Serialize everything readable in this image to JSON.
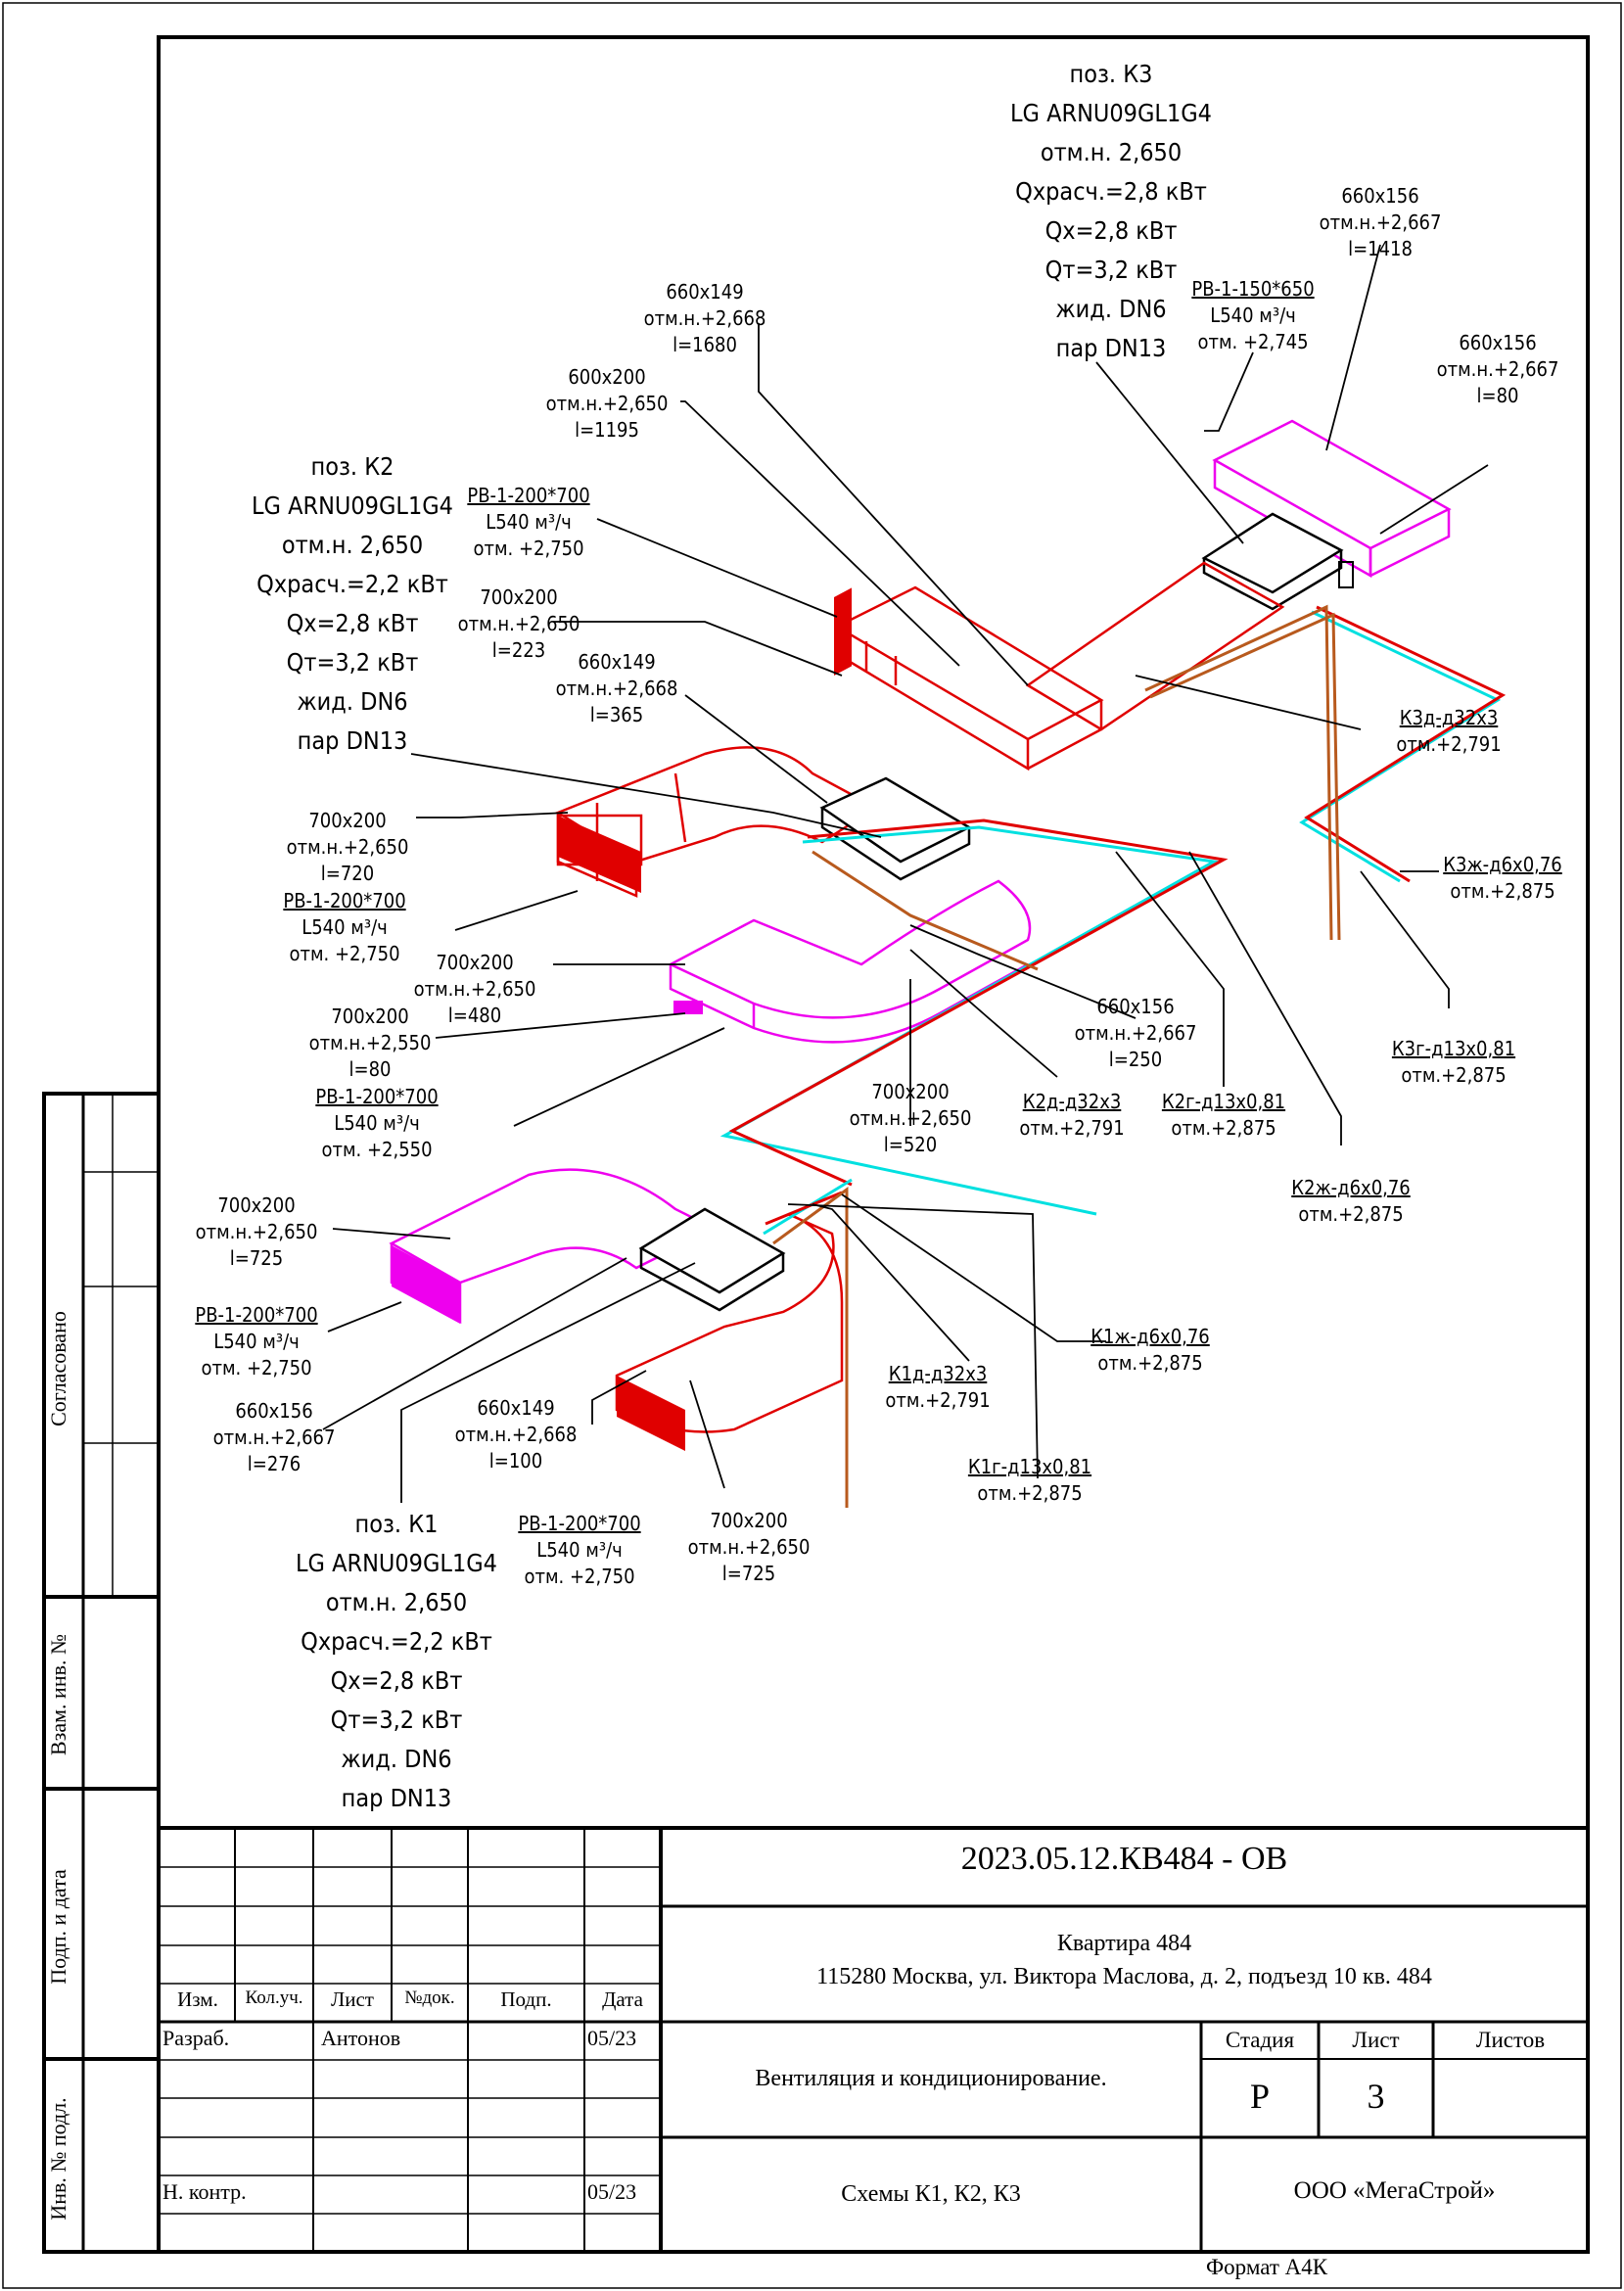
{
  "units": {
    "k3": [
      "поз. К3",
      "LG ARNU09GL1G4",
      "отм.н. 2,650",
      "Qхрасч.=2,8 кВт",
      "Qх=2,8 кВт",
      "Qт=3,2 кВт",
      "жид. DN6",
      "пар DN13"
    ],
    "k2": [
      "поз. К2",
      "LG ARNU09GL1G4",
      "отм.н. 2,650",
      "Qхрасч.=2,2 кВт",
      "Qх=2,8 кВт",
      "Qт=3,2 кВт",
      "жид. DN6",
      "пар DN13"
    ],
    "k1": [
      "поз. К1",
      "LG ARNU09GL1G4",
      "отм.н. 2,650",
      "Qхрасч.=2,2 кВт",
      "Qх=2,8 кВт",
      "Qт=3,2 кВт",
      "жид. DN6",
      "пар DN13"
    ]
  },
  "ducts": {
    "d1": [
      "660x156",
      "отм.н.+2,667",
      "l=1418"
    ],
    "d2": [
      "660x156",
      "отм.н.+2,667",
      "l=80"
    ],
    "d3": [
      "660x149",
      "отм.н.+2,668",
      "l=1680"
    ],
    "d4": [
      "600x200",
      "отм.н.+2,650",
      "l=1195"
    ],
    "d5": [
      "700x200",
      "отм.н.+2,650",
      "l=223"
    ],
    "d6": [
      "660x149",
      "отм.н.+2,668",
      "l=365"
    ],
    "d7": [
      "700x200",
      "отм.н.+2,650",
      "l=720"
    ],
    "d8": [
      "700x200",
      "отм.н.+2,650",
      "l=480"
    ],
    "d9": [
      "700x200",
      "отм.н.+2,550",
      "l=80"
    ],
    "d10": [
      "660x156",
      "отм.н.+2,667",
      "l=250"
    ],
    "d11": [
      "700x200",
      "отм.н.+2,650",
      "l=520"
    ],
    "d12": [
      "700x200",
      "отм.н.+2,650",
      "l=725"
    ],
    "d13": [
      "660x156",
      "отм.н.+2,667",
      "l=276"
    ],
    "d14": [
      "660x149",
      "отм.н.+2,668",
      "l=100"
    ],
    "d15": [
      "700x200",
      "отм.н.+2,650",
      "l=725"
    ]
  },
  "grilles": {
    "g1": [
      "РВ-1-150*650",
      "L540 м³/ч",
      "отм. +2,745"
    ],
    "g2": [
      "РВ-1-200*700",
      "L540 м³/ч",
      "отм. +2,750"
    ],
    "g3": [
      "РВ-1-200*700",
      "L540 м³/ч",
      "отм. +2,750"
    ],
    "g4": [
      "РВ-1-200*700",
      "L540 м³/ч",
      "отм. +2,550"
    ],
    "g5": [
      "РВ-1-200*700",
      "L540 м³/ч",
      "отм. +2,750"
    ],
    "g6": [
      "РВ-1-200*700",
      "L540 м³/ч",
      "отм. +2,750"
    ]
  },
  "pipes": {
    "p1": [
      "К3д-д32х3",
      "отм.+2,791"
    ],
    "p2": [
      "К3ж-д6х0,76",
      "отм.+2,875"
    ],
    "p3": [
      "К3г-д13х0,81",
      "отм.+2,875"
    ],
    "p4": [
      "К2д-д32х3",
      "отм.+2,791"
    ],
    "p5": [
      "К2г-д13х0,81",
      "отм.+2,875"
    ],
    "p6": [
      "К2ж-д6х0,76",
      "отм.+2,875"
    ],
    "p7": [
      "К1ж-д6х0,76",
      "отм.+2,875"
    ],
    "p8": [
      "К1д-д32х3",
      "отм.+2,791"
    ],
    "p9": [
      "К1г-д13х0,81",
      "отм.+2,875"
    ]
  },
  "side": {
    "agreed": "Согласовано",
    "replace": "Взам. инв. №",
    "sign": "Подп. и дата",
    "inv": "Инв. № подл."
  },
  "title_block": {
    "code": "2023.05.12.КВ484 - ОВ",
    "object_line1": "Квартира 484",
    "object_line2": "115280 Москва, ул. Виктора Маслова, д. 2, подъезд 10 кв. 484",
    "h_izm": "Изм.",
    "h_kol": "Кол.уч.",
    "h_list": "Лист",
    "h_ndok": "№док.",
    "h_podp": "Подп.",
    "h_data": "Дата",
    "razrab": "Разраб.",
    "razrab_name": "Антонов",
    "razrab_date": "05/23",
    "nkontr": "Н. контр.",
    "nkontr_date": "05/23",
    "section": "Вентиляция и кондиционирование.",
    "sheet_title": "Схемы К1, К2, К3",
    "stage_h": "Стадия",
    "sheet_h": "Лист",
    "sheets_h": "Листов",
    "stage": "Р",
    "sheet": "3",
    "sheets": "",
    "company": "ООО «МегаСтрой»",
    "format": "Формат А4К"
  },
  "colors": {
    "supply": "#e00000",
    "return": "#ee00ee",
    "liquid": "#00e0e0",
    "drain": "#b85a1e",
    "frame": "#000000"
  }
}
